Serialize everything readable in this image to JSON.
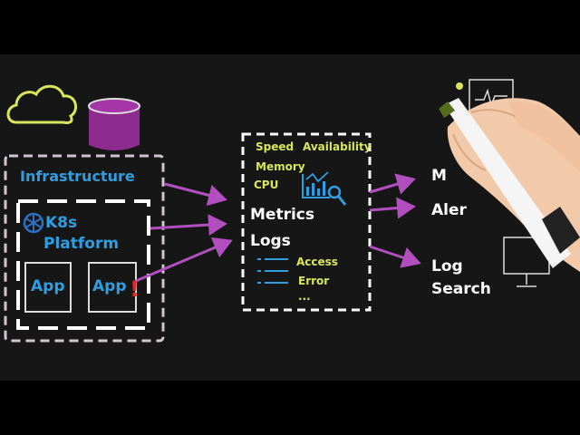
{
  "infrastructure": {
    "title": "Infrastructure",
    "k8s": "K8s",
    "platform": "Platform",
    "app_left": "App",
    "app_right": "App",
    "alert_mark": "!"
  },
  "collector": {
    "speed": "Speed",
    "availability": "Availability",
    "memory": "Memory",
    "cpu": "CPU",
    "metrics": "Metrics",
    "logs": "Logs",
    "access": "Access",
    "error": "Error",
    "ellipsis": "..."
  },
  "outputs": {
    "monitoring_partial": "M",
    "alert_partial": "Aler",
    "log": "Log",
    "search": "Search"
  },
  "colors": {
    "blue": "#2f9ee0",
    "yellow": "#d8e65a",
    "arrow": "#b24fbf",
    "database": "#8e2b8f",
    "cloud": "#d8e65a",
    "board": "#161616"
  },
  "icons": [
    "cloud-icon",
    "database-icon",
    "kubernetes-icon",
    "chart-magnifier-icon",
    "monitor-icon",
    "hand-with-marker"
  ]
}
